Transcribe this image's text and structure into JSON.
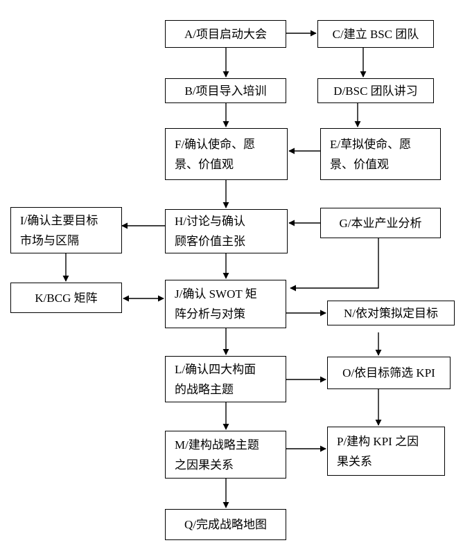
{
  "diagram": {
    "nodes": {
      "A": "A/项目启动大会",
      "B": "B/项目导入培训",
      "C": "C/建立 BSC 团队",
      "D": "D/BSC 团队讲习",
      "E": "E/草拟使命、愿\n景、价值观",
      "F": "F/确认使命、愿\n景、价值观",
      "G": "G/本业产业分析",
      "H": "H/讨论与确认\n顾客价值主张",
      "I": "I/确认主要目标\n市场与区隔",
      "J": "J/确认 SWOT 矩\n阵分析与对策",
      "K": "K/BCG 矩阵",
      "L": "L/确认四大构面\n的战略主题",
      "M": "M/建构战略主题\n之因果关系",
      "N": "N/依对策拟定目标",
      "O": "O/依目标筛选 KPI",
      "P": "P/建构 KPI 之因\n果关系",
      "Q": "Q/完成战略地图"
    },
    "edges": [
      {
        "from": "A",
        "to": "C"
      },
      {
        "from": "A",
        "to": "B"
      },
      {
        "from": "C",
        "to": "D"
      },
      {
        "from": "D",
        "to": "E"
      },
      {
        "from": "E",
        "to": "F"
      },
      {
        "from": "B",
        "to": "F"
      },
      {
        "from": "F",
        "to": "H"
      },
      {
        "from": "G",
        "to": "H"
      },
      {
        "from": "H",
        "to": "I"
      },
      {
        "from": "I",
        "to": "K"
      },
      {
        "from": "H",
        "to": "J"
      },
      {
        "from": "G",
        "to": "J"
      },
      {
        "from": "K",
        "to": "J",
        "bidirectional": true
      },
      {
        "from": "J",
        "to": "N"
      },
      {
        "from": "N",
        "to": "O"
      },
      {
        "from": "J",
        "to": "L"
      },
      {
        "from": "L",
        "to": "O"
      },
      {
        "from": "O",
        "to": "P"
      },
      {
        "from": "L",
        "to": "M"
      },
      {
        "from": "M",
        "to": "P"
      },
      {
        "from": "M",
        "to": "Q"
      }
    ]
  }
}
